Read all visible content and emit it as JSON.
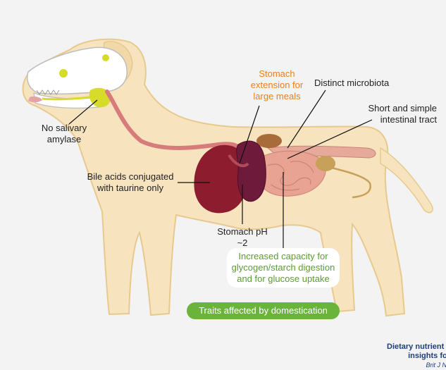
{
  "labels": {
    "stomach_extension": "Stomach extension for large meals",
    "distinct_microbiota": "Distinct microbiota",
    "short_tract": "Short and simple intestinal tract",
    "no_salivary_amylase": "No salivary amylase",
    "bile_acids": "Bile acids conjugated with taurine only",
    "stomach_ph": "Stomach pH ~2",
    "glycogen": "Increased capacity for glycogen/starch digestion and for glucose uptake"
  },
  "legend": {
    "domestication": "Traits affected by domestication"
  },
  "citation": {
    "line1": "Dietary nutrient p",
    "line2": "insights for",
    "line3": "Brit J Nu"
  },
  "colors": {
    "body": "#f7e4bf",
    "body_outline": "#e7c98e",
    "skull": "#ffffff",
    "salivary": "#d7dc2a",
    "esophagus": "#d87b7b",
    "liver": "#8d1c2e",
    "stomach": "#b14a5a",
    "intestine": "#e39a8a",
    "orange_text": "#e8801e",
    "green_text": "#5a9e2f",
    "legend_bg": "#6ab43c"
  }
}
